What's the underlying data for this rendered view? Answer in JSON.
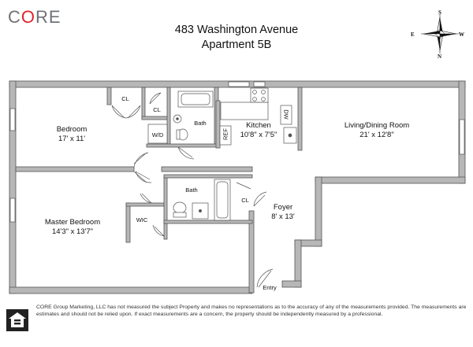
{
  "brand": {
    "name_prefix": "C",
    "name_o": "O",
    "name_suffix": "RE"
  },
  "header": {
    "address": "483 Washington Avenue",
    "unit": "Apartment 5B"
  },
  "compass": {
    "north": "N",
    "south": "S",
    "east": "E",
    "west": "W"
  },
  "rooms": {
    "bedroom": {
      "name": "Bedroom",
      "size": "17' x 11'"
    },
    "master_bedroom": {
      "name": "Master Bedroom",
      "size": "14'3\" x 13'7\""
    },
    "kitchen": {
      "name": "Kitchen",
      "size": "10'8\" x 7'5\""
    },
    "living": {
      "name": "Living/Dining Room",
      "size": "21' x 12'8\""
    },
    "foyer": {
      "name": "Foyer",
      "size": "8' x 13'"
    },
    "bath_top": "Bath",
    "bath_bottom": "Bath",
    "cl1": "CL",
    "cl2": "CL",
    "cl3": "CL",
    "wd": "W/D",
    "wic": "WIC",
    "ref": "REF",
    "dw": "DW",
    "entry": "Entry"
  },
  "disclaimer": "CORE Group Marketing, LLC has not measured the subject Property and makes no representations as to the accuracy of any of the measurements provided. The measurements are estimates and should not be relied upon. If exact measurements are a concern, the property should be independently measured by a professional.",
  "colors": {
    "wall": "#b7b7b7",
    "wall_stroke": "#555555",
    "logo_gray": "#6e7276",
    "logo_red": "#e0242b"
  },
  "icons": [
    "equal-housing-icon",
    "compass-icon"
  ]
}
